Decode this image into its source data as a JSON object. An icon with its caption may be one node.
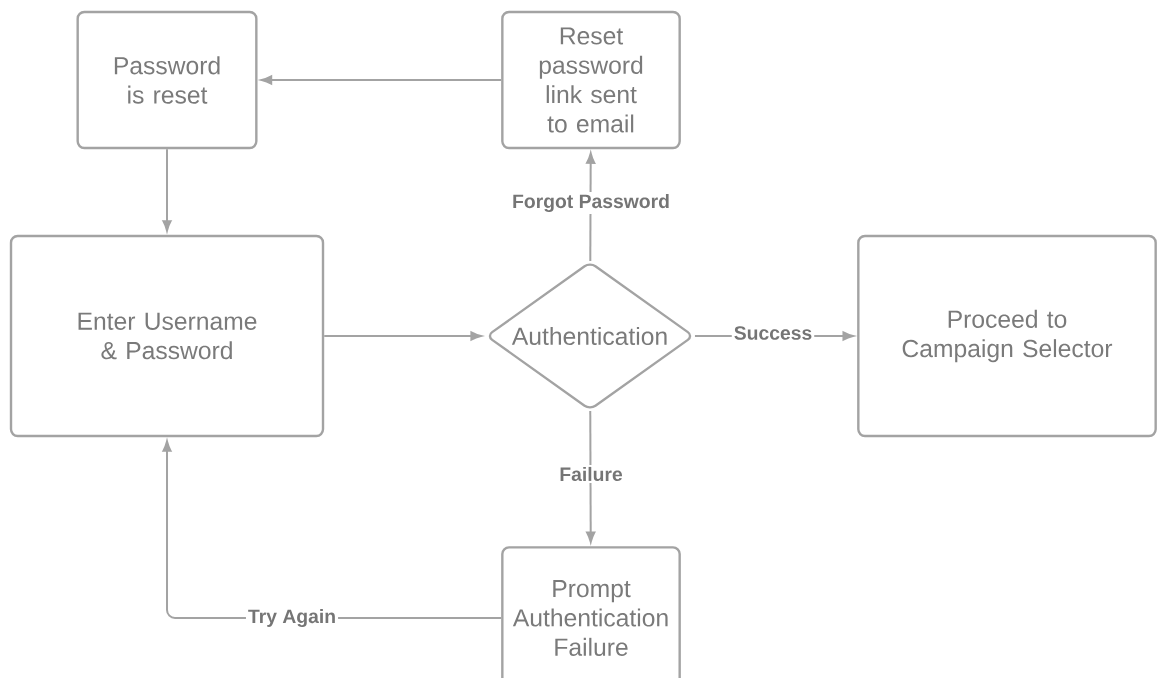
{
  "diagram": {
    "nodes": [
      {
        "text": [
          "Password is reset"
        ]
      },
      {
        "text": [
          "Reset password link sent to email"
        ]
      },
      {
        "text": [
          "Enter Username & Password"
        ]
      },
      {
        "text": [
          "Authentication"
        ]
      },
      {
        "text": [
          "Proceed to Campaign Selector"
        ]
      },
      {
        "text": [
          "Prompt Authentication Failure"
        ]
      }
    ],
    "edges": [
      {
        "from": 1,
        "to": 0,
        "arrow": "to"
      },
      {
        "from": 0,
        "to": 2,
        "arrow": "to"
      },
      {
        "from": 2,
        "to": 3,
        "arrow": "to"
      },
      {
        "from": 3,
        "to": 1,
        "arrow": "to",
        "label": "Forgot Password"
      },
      {
        "from": 3,
        "to": 4,
        "arrow": "to",
        "label": "Success"
      },
      {
        "from": 3,
        "to": 5,
        "arrow": "to",
        "label": "Failure"
      },
      {
        "from": 5,
        "to": 2,
        "arrow": "to",
        "label": "Try Again"
      }
    ]
  }
}
